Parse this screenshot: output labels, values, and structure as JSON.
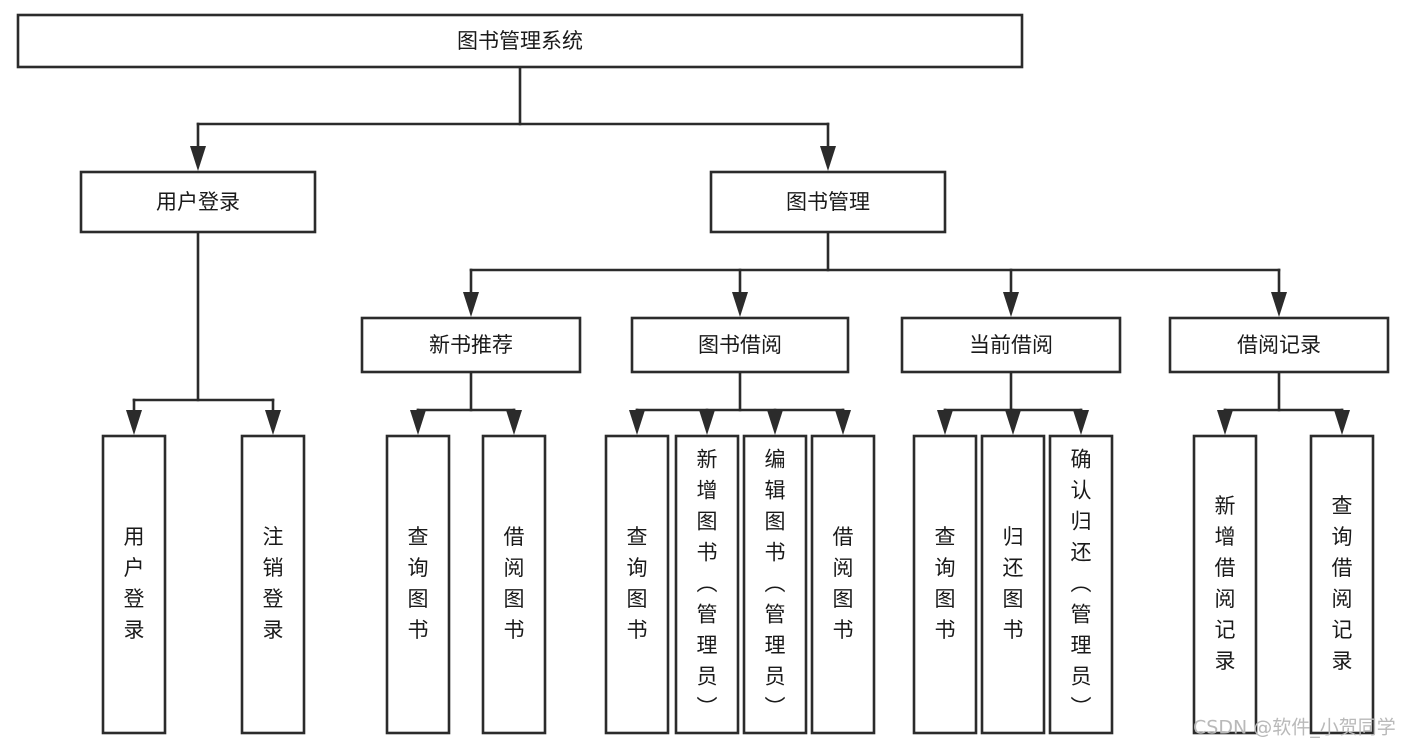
{
  "diagram": {
    "title": "图书管理系统",
    "type": "tree",
    "watermark": "CSDN @软件_小贺同学",
    "colors": {
      "box_stroke": "#2b2b2b",
      "box_fill": "#ffffff",
      "text": "#1a1a1a",
      "connector": "#2b2b2b",
      "watermark": "#b9b9b9",
      "background": "#ffffff"
    },
    "nodes": {
      "root": {
        "label": "图书管理系统",
        "level": 0,
        "orientation": "horizontal"
      },
      "n1": {
        "label": "用户登录",
        "level": 1,
        "orientation": "horizontal"
      },
      "n2": {
        "label": "图书管理",
        "level": 1,
        "orientation": "horizontal"
      },
      "n3": {
        "label": "新书推荐",
        "level": 2,
        "orientation": "horizontal"
      },
      "n4": {
        "label": "图书借阅",
        "level": 2,
        "orientation": "horizontal"
      },
      "n5": {
        "label": "当前借阅",
        "level": 2,
        "orientation": "horizontal"
      },
      "n6": {
        "label": "借阅记录",
        "level": 2,
        "orientation": "horizontal"
      },
      "l1": {
        "label": "用户登录",
        "level": 3,
        "orientation": "vertical"
      },
      "l2": {
        "label": "注销登录",
        "level": 3,
        "orientation": "vertical"
      },
      "l3": {
        "label": "查询图书",
        "level": 3,
        "orientation": "vertical"
      },
      "l4": {
        "label": "借阅图书",
        "level": 3,
        "orientation": "vertical"
      },
      "l5": {
        "label": "查询图书",
        "level": 3,
        "orientation": "vertical"
      },
      "l6": {
        "label": "新增图书（管理员）",
        "level": 3,
        "orientation": "vertical"
      },
      "l7": {
        "label": "编辑图书（管理员）",
        "level": 3,
        "orientation": "vertical"
      },
      "l8": {
        "label": "借阅图书",
        "level": 3,
        "orientation": "vertical"
      },
      "l9": {
        "label": "查询图书",
        "level": 3,
        "orientation": "vertical"
      },
      "l10": {
        "label": "归还图书",
        "level": 3,
        "orientation": "vertical"
      },
      "l11": {
        "label": "确认归还（管理员）",
        "level": 3,
        "orientation": "vertical"
      },
      "l12": {
        "label": "新增借阅记录",
        "level": 3,
        "orientation": "vertical"
      },
      "l13": {
        "label": "查询借阅记录",
        "level": 3,
        "orientation": "vertical"
      }
    },
    "edges": [
      {
        "from": "root",
        "to": "n1"
      },
      {
        "from": "root",
        "to": "n2"
      },
      {
        "from": "n2",
        "to": "n3"
      },
      {
        "from": "n2",
        "to": "n4"
      },
      {
        "from": "n2",
        "to": "n5"
      },
      {
        "from": "n2",
        "to": "n6"
      },
      {
        "from": "n1",
        "to": "l1"
      },
      {
        "from": "n1",
        "to": "l2"
      },
      {
        "from": "n3",
        "to": "l3"
      },
      {
        "from": "n3",
        "to": "l4"
      },
      {
        "from": "n4",
        "to": "l5"
      },
      {
        "from": "n4",
        "to": "l6"
      },
      {
        "from": "n4",
        "to": "l7"
      },
      {
        "from": "n4",
        "to": "l8"
      },
      {
        "from": "n5",
        "to": "l9"
      },
      {
        "from": "n5",
        "to": "l10"
      },
      {
        "from": "n5",
        "to": "l11"
      },
      {
        "from": "n6",
        "to": "l12"
      },
      {
        "from": "n6",
        "to": "l13"
      }
    ]
  }
}
